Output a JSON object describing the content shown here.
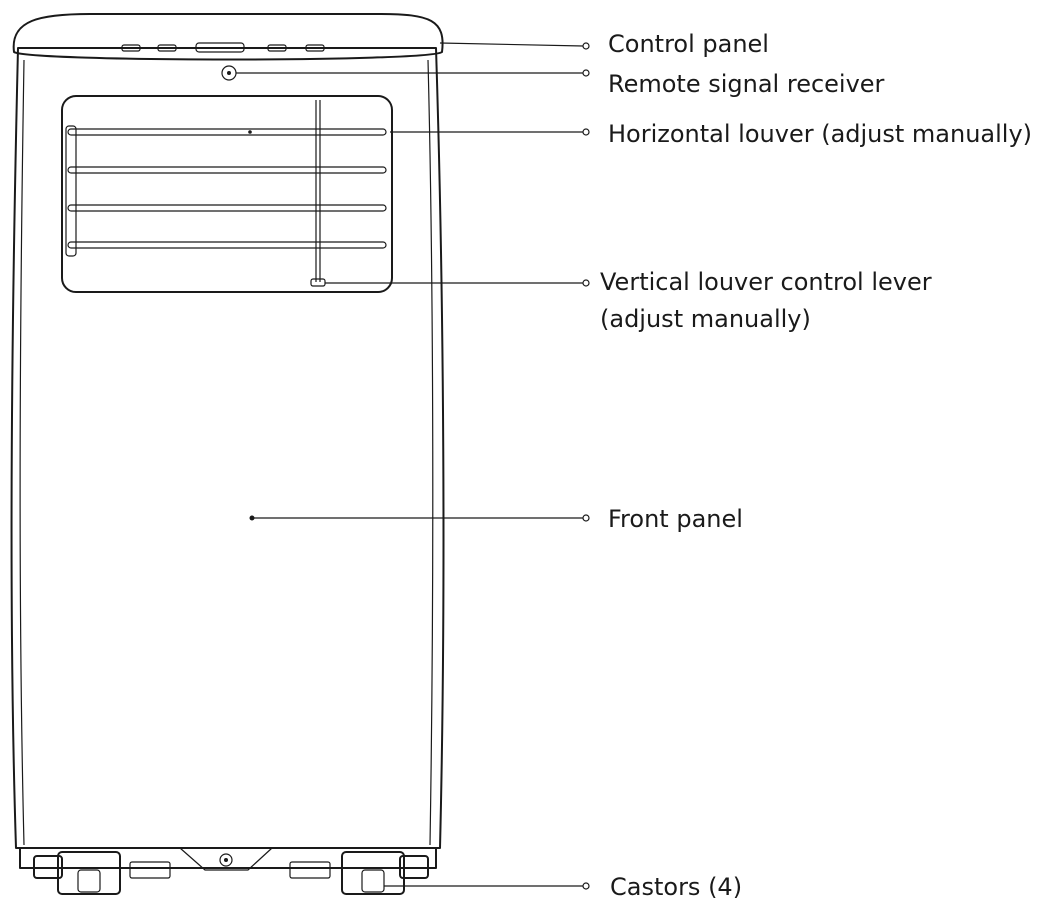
{
  "labels": {
    "control_panel": "Control panel",
    "remote_signal_receiver": "Remote signal receiver",
    "horizontal_louver": "Horizontal louver (adjust manually)",
    "vertical_louver_line1": "Vertical louver control lever",
    "vertical_louver_line2": "(adjust manually)",
    "front_panel": "Front panel",
    "castors": "Castors (4)"
  }
}
